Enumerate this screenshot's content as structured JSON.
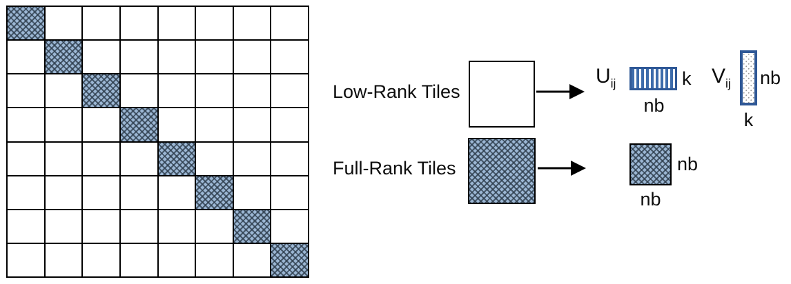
{
  "diagram": {
    "matrix": {
      "name": "block-diagonal-tile-matrix",
      "rows": 8,
      "cols": 8,
      "diagonal_fill": "full-rank-hatch",
      "offdiagonal_fill": "low-rank-white",
      "tiles": [
        [
          1,
          0,
          0,
          0,
          0,
          0,
          0,
          0
        ],
        [
          0,
          1,
          0,
          0,
          0,
          0,
          0,
          0
        ],
        [
          0,
          0,
          1,
          0,
          0,
          0,
          0,
          0
        ],
        [
          0,
          0,
          0,
          1,
          0,
          0,
          0,
          0
        ],
        [
          0,
          0,
          0,
          0,
          1,
          0,
          0,
          0
        ],
        [
          0,
          0,
          0,
          0,
          0,
          1,
          0,
          0
        ],
        [
          0,
          0,
          0,
          0,
          0,
          0,
          1,
          0
        ],
        [
          0,
          0,
          0,
          0,
          0,
          0,
          0,
          1
        ]
      ]
    },
    "legend": {
      "low_rank_label": "Low-Rank Tiles",
      "full_rank_label": "Full-Rank Tiles"
    },
    "low_rank_factors": {
      "u_symbol": "U",
      "u_subscript": "ij",
      "u_width_label": "nb",
      "u_height_label": "k",
      "v_symbol": "V",
      "v_subscript": "ij",
      "v_width_label": "k",
      "v_height_label": "nb"
    },
    "full_rank_result": {
      "width_label": "nb",
      "height_label": "nb"
    },
    "colors": {
      "tile_fill": "#9cb7d4",
      "tile_hatch": "#2d3c4b",
      "factor_border": "#2f5896",
      "stripe": "#3d6cab",
      "outline": "#000000",
      "text": "#0d0d0d",
      "background": "#ffffff"
    }
  }
}
